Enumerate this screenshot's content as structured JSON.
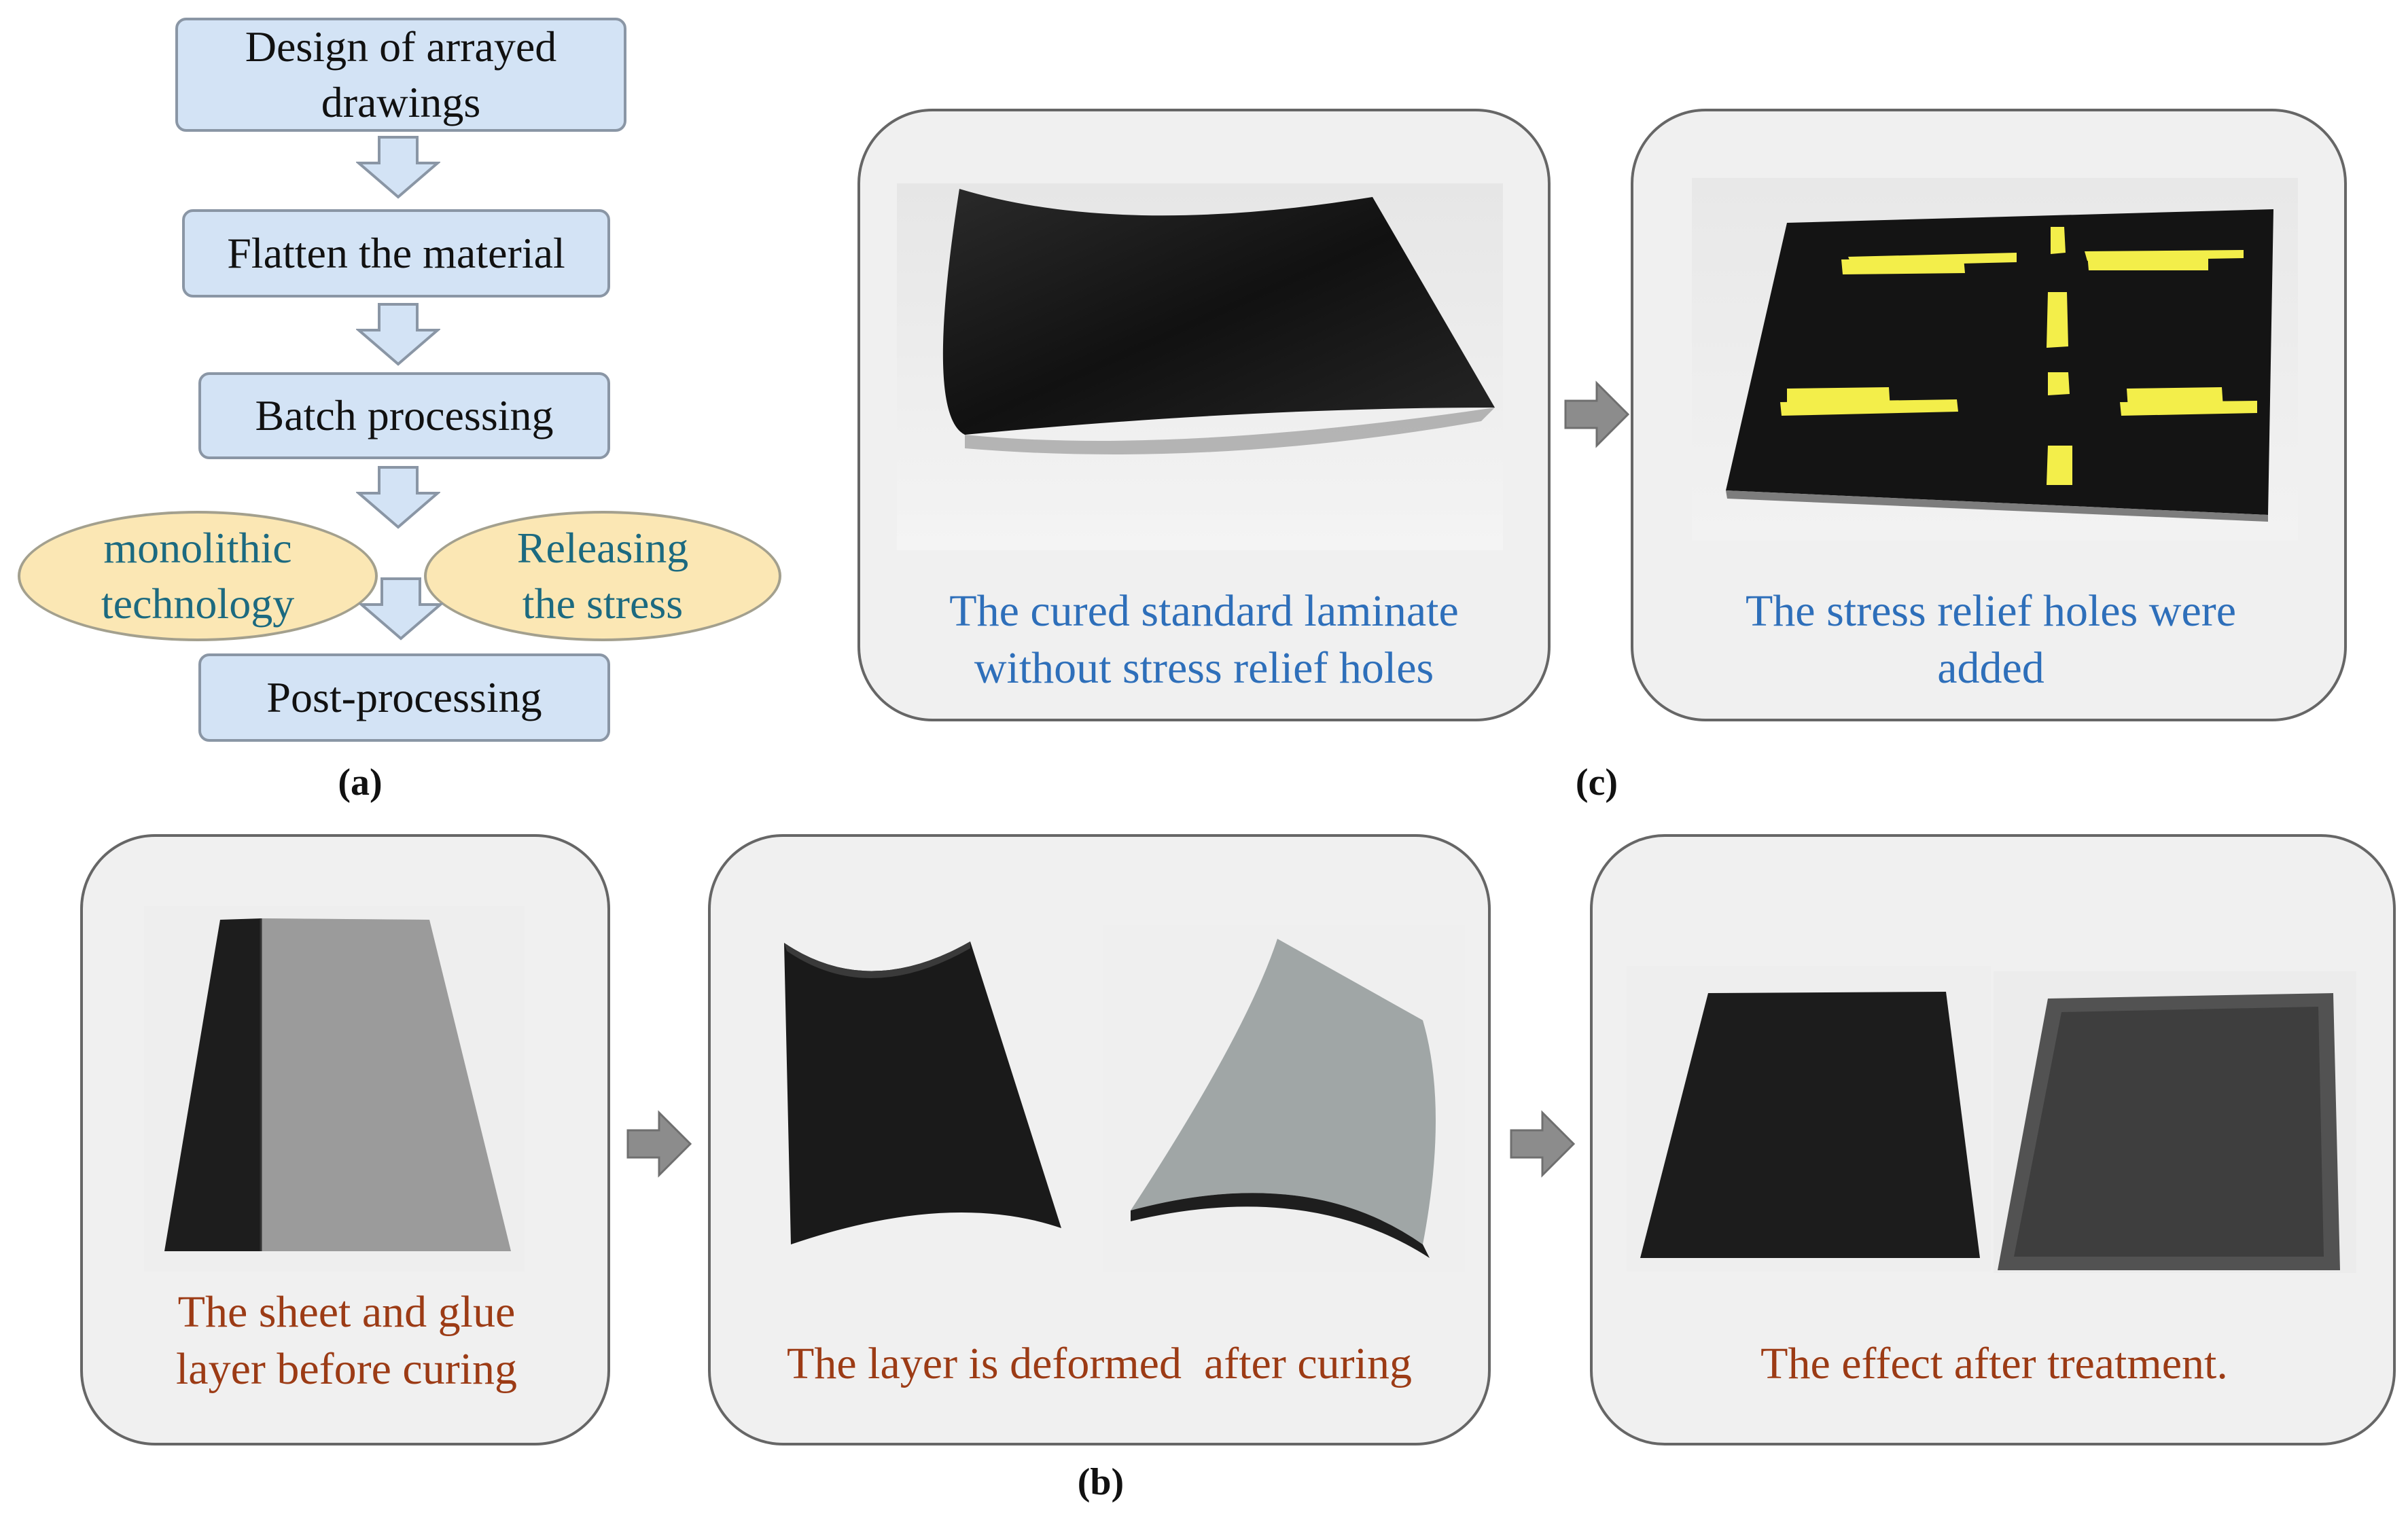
{
  "flowchart": {
    "step1": "Design of arrayed\ndrawings",
    "step2": "Flatten the material",
    "step3": "Batch processing",
    "oval_left": "monolithic\ntechnology",
    "oval_right": "Releasing\nthe stress",
    "step4": "Post-processing"
  },
  "labels": {
    "a": "(a)",
    "b": "(b)",
    "c": "(c)"
  },
  "panel_c": {
    "caption_left": "The cured standard laminate\nwithout stress relief holes",
    "caption_right": "The stress relief holes were\nadded"
  },
  "panel_b": {
    "caption_1": "The sheet and glue\nlayer before curing",
    "caption_2": "The layer is deformed  after curing",
    "caption_3": "The effect after treatment."
  },
  "colors": {
    "box_fill": "#d3e3f5",
    "oval_fill": "#fbe7b4",
    "caption_blue": "#2e6fba",
    "caption_brown": "#9c3b15",
    "panel_fill": "#f0f0f0",
    "tape_yellow": "#f3ee4a"
  }
}
